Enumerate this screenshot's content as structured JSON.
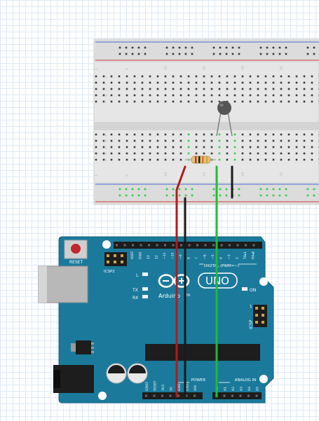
{
  "breadboard": {
    "row_letters": [
      "j",
      "i",
      "h",
      "g",
      "f",
      "e",
      "d",
      "c",
      "b",
      "a"
    ],
    "column_numbers": [
      "1",
      "5",
      "10",
      "15",
      "20",
      "25"
    ]
  },
  "arduino": {
    "reset_label": "RESET",
    "icsp2_label": "ICSP2",
    "aref_label": "AREF",
    "gnd_label": "GND",
    "digital_pin_labels": [
      "13",
      "12",
      "~11",
      "~10",
      "~9",
      "8",
      "7",
      "~6",
      "~5",
      "4",
      "~3",
      "2",
      "TX▸1",
      "RX◂0"
    ],
    "digital_label": "DIGITAL (PWM=~)",
    "l_label": "L",
    "tx_label": "TX",
    "rx_label": "RX",
    "brand_label": "Arduino",
    "tm_label": "TM",
    "uno_label": "UNO",
    "on_label": "ON",
    "icsp_label": "ICSP",
    "icsp_one": "1",
    "power_pin_labels": [
      "IOREF",
      "RESET",
      "3V3",
      "5V",
      "GND",
      "GND",
      "VIN"
    ],
    "power_label": "POWER",
    "analog_pin_labels": [
      "A0",
      "A1",
      "A2",
      "A3",
      "A4",
      "A5"
    ],
    "analog_label": "ANALOG IN"
  },
  "wires": [
    {
      "name": "5v-wire",
      "color": "#b11b1b"
    },
    {
      "name": "gnd-wire",
      "color": "#1a1a1a"
    },
    {
      "name": "a0-wire",
      "color": "#22bb33"
    },
    {
      "name": "thermistor-gnd-jumper",
      "color": "#1a1a1a"
    }
  ],
  "colors": {
    "board": "#1b7a9c",
    "rail_red": "#d53c3c",
    "rail_blue": "#4a6bd6",
    "thermistor": "#555555",
    "resistor_body": "#e8c27a"
  }
}
